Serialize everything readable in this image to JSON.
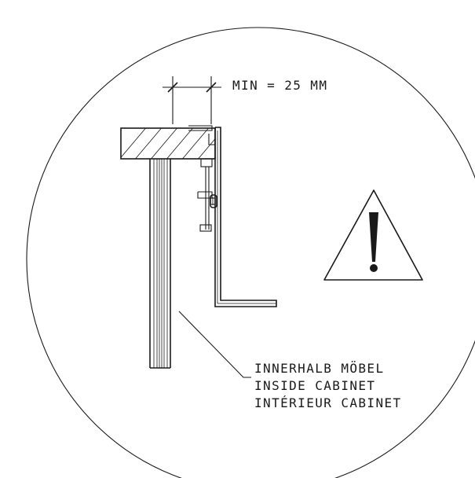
{
  "dimension": {
    "label": "MIN = 25 MM"
  },
  "callout": {
    "lines": [
      "INNERHALB MÖBEL",
      "INSIDE CABINET",
      "INTÉRIEUR CABINET"
    ]
  },
  "icons": {
    "warning": "warning-triangle-icon"
  },
  "colors": {
    "ink": "#1a1a1a",
    "background": "#ffffff"
  }
}
